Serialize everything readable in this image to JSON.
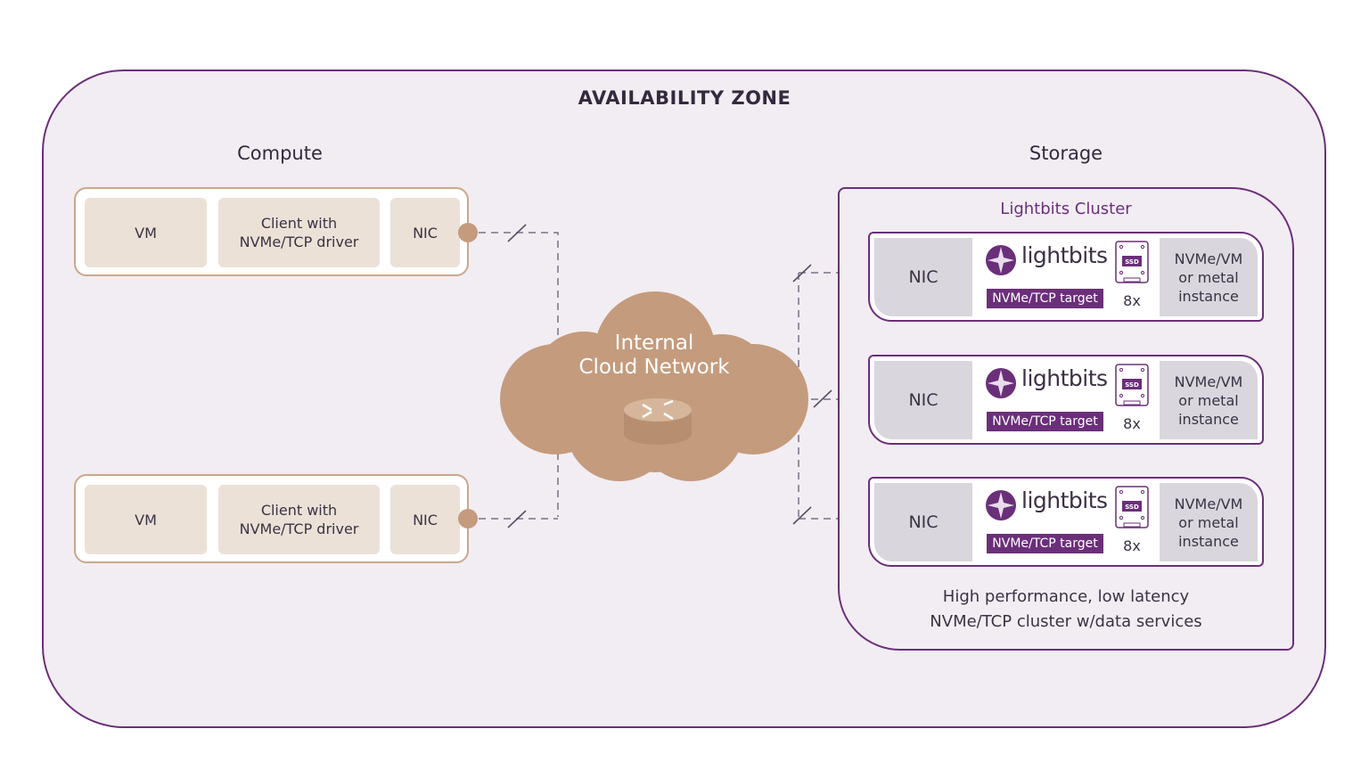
{
  "zone": {
    "title": "AVAILABILITY ZONE"
  },
  "compute": {
    "title": "Compute",
    "hosts": [
      {
        "vm": "VM",
        "client_line1": "Client with",
        "client_line2": "NVMe/TCP driver",
        "nic": "NIC"
      },
      {
        "vm": "VM",
        "client_line1": "Client with",
        "client_line2": "NVMe/TCP driver",
        "nic": "NIC"
      }
    ]
  },
  "network": {
    "label_line1": "Internal",
    "label_line2": "Cloud Network",
    "icon": "router-icon"
  },
  "storage": {
    "title": "Storage",
    "cluster_title": "Lightbits Cluster",
    "nodes": [
      {
        "nic": "NIC",
        "brand": "lightbits",
        "target": "NVMe/TCP target",
        "ssd_label": "SSD",
        "ssd_count": "8x",
        "instance_line1": "NVMe/VM",
        "instance_line2": "or metal",
        "instance_line3": "instance"
      },
      {
        "nic": "NIC",
        "brand": "lightbits",
        "target": "NVMe/TCP target",
        "ssd_label": "SSD",
        "ssd_count": "8x",
        "instance_line1": "NVMe/VM",
        "instance_line2": "or metal",
        "instance_line3": "instance"
      },
      {
        "nic": "NIC",
        "brand": "lightbits",
        "target": "NVMe/TCP target",
        "ssd_label": "SSD",
        "ssd_count": "8x",
        "instance_line1": "NVMe/VM",
        "instance_line2": "or metal",
        "instance_line3": "instance"
      }
    ],
    "caption_line1": "High performance, low latency",
    "caption_line2": "NVMe/TCP cluster w/data services"
  },
  "colors": {
    "zone_border": "#6b2f7a",
    "zone_fill": "#f2edf3",
    "compute_cell": "#ebe1d7",
    "cloud": "#c49b7d",
    "brand_purple": "#6b2f7a",
    "storage_cell": "#d9d6dd"
  }
}
